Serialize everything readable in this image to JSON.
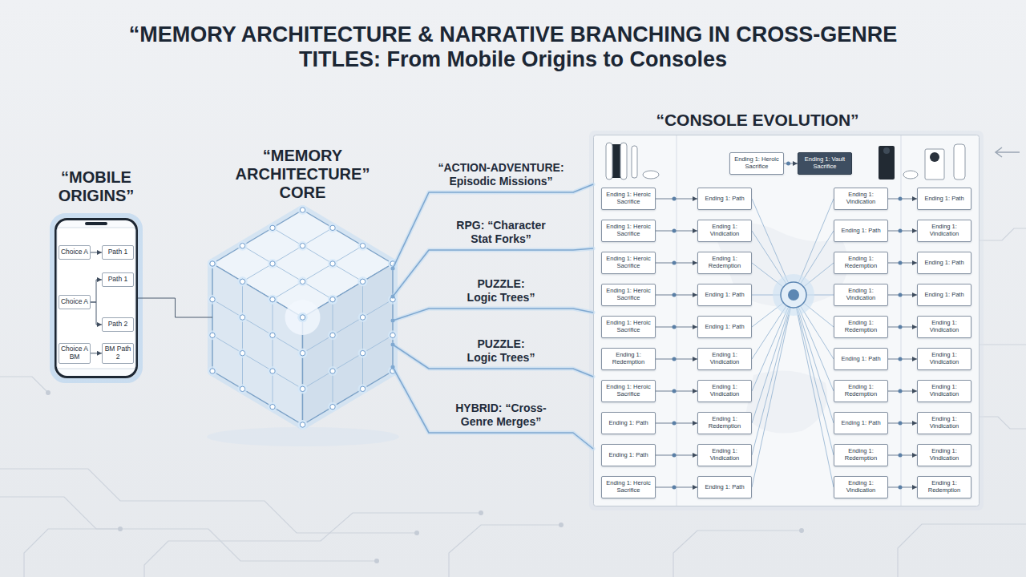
{
  "diagram": {
    "title": "“MEMORY ARCHITECTURE & NARRATIVE BRANCHING IN CROSS-GENRE TITLES: From Mobile Origins to Consoles",
    "nodes": [
      {
        "text": [
          "“MOBILE ORIGINS”"
        ]
      },
      {
        "text": [
          "Choice A"
        ],
        "in": 0
      },
      {
        "text": [
          "Path 1"
        ],
        "in": 0
      },
      {
        "text": [
          "Path 1"
        ],
        "in": 0
      },
      {
        "text": [
          "Choice A"
        ],
        "in": 0
      },
      {
        "text": [
          "Path 2"
        ],
        "in": 0
      },
      {
        "text": [
          "Choice A BM"
        ],
        "in": 0
      },
      {
        "text": [
          "BM Path 2"
        ],
        "in": 0
      },
      {
        "text": [
          "“MEMORY ARCHITECTURE” CORE"
        ]
      },
      {
        "text": [
          "“CONSOLE EVOLUTION”"
        ]
      },
      {
        "text": [
          "Ending 1: Heroic Sacrifice"
        ],
        "in": 9
      },
      {
        "text": [
          "Ending 1: Vault Sacrifice"
        ],
        "in": 9
      },
      {
        "text": [
          "Ending 1: Heroic Sacrifice"
        ],
        "in": 9
      },
      {
        "text": [
          "Ending 1: Path"
        ],
        "in": 9
      },
      {
        "text": [
          "Ending 1: Vindication"
        ],
        "in": 9
      },
      {
        "text": [
          "Ending 1: Path"
        ],
        "in": 9
      },
      {
        "text": [
          "Ending 1: Heroic Sacrifice"
        ],
        "in": 9
      },
      {
        "text": [
          "Ending 1: Vindication"
        ],
        "in": 9
      },
      {
        "text": [
          "Ending 1: Path"
        ],
        "in": 9
      },
      {
        "text": [
          "Ending 1: Vindication"
        ],
        "in": 9
      },
      {
        "text": [
          "Ending 1: Heroic Sacrifice"
        ],
        "in": 9
      },
      {
        "text": [
          "Ending 1: Redemption"
        ],
        "in": 9
      },
      {
        "text": [
          "Ending 1: Redemption"
        ],
        "in": 9
      },
      {
        "text": [
          "Ending 1: Path"
        ],
        "in": 9
      },
      {
        "text": [
          "Ending 1: Heroic Sacrifice"
        ],
        "in": 9
      },
      {
        "text": [
          "Ending 1: Path"
        ],
        "in": 9
      },
      {
        "text": [
          "Ending 1: Vindication"
        ],
        "in": 9
      },
      {
        "text": [
          "Ending 1: Path"
        ],
        "in": 9
      },
      {
        "text": [
          "Ending 1: Heroic Sacrifice"
        ],
        "in": 9
      },
      {
        "text": [
          "Ending 1: Path"
        ],
        "in": 9
      },
      {
        "text": [
          "Ending 1: Redemption"
        ],
        "in": 9
      },
      {
        "text": [
          "Ending 1: Vindication"
        ],
        "in": 9
      },
      {
        "text": [
          "Ending 1: Redemption"
        ],
        "in": 9
      },
      {
        "text": [
          "Ending 1: Vindication"
        ],
        "in": 9
      },
      {
        "text": [
          "Ending 1: Path"
        ],
        "in": 9
      },
      {
        "text": [
          "Ending 1: Vindication"
        ],
        "in": 9
      },
      {
        "text": [
          "Ending 1: Heroic Sacrifice"
        ],
        "in": 9
      },
      {
        "text": [
          "Ending 1: Vindication"
        ],
        "in": 9
      },
      {
        "text": [
          "Ending 1: Redemption"
        ],
        "in": 9
      },
      {
        "text": [
          "Ending 1: Vindication"
        ],
        "in": 9
      },
      {
        "text": [
          "Ending 1: Path"
        ],
        "in": 9
      },
      {
        "text": [
          "Ending 1: Redemption"
        ],
        "in": 9
      },
      {
        "text": [
          "Ending 1: Path"
        ],
        "in": 9
      },
      {
        "text": [
          "Ending 1: Vindication"
        ],
        "in": 9
      },
      {
        "text": [
          "Ending 1: Path"
        ],
        "in": 9
      },
      {
        "text": [
          "Ending 1: Vindication"
        ],
        "in": 9
      },
      {
        "text": [
          "Ending 1: Redemption"
        ],
        "in": 9
      },
      {
        "text": [
          "Ending 1: Vindication"
        ],
        "in": 9
      },
      {
        "text": [
          "Ending 1: Heroic Sacrifice"
        ],
        "in": 9
      },
      {
        "text": [
          "Ending 1: Path"
        ],
        "in": 9
      },
      {
        "text": [
          "Ending 1: Vindication"
        ],
        "in": 9
      },
      {
        "text": [
          "Ending 1: Redemption"
        ],
        "in": 9
      }
    ],
    "edges": [
      {
        "from": 1,
        "to": 2,
        "arrow": "to"
      },
      {
        "from": 4,
        "to": 3,
        "arrow": "to"
      },
      {
        "from": 4,
        "to": 5,
        "arrow": "to"
      },
      {
        "from": 6,
        "to": 7,
        "arrow": "to"
      },
      {
        "from": 0,
        "to": 8,
        "arrow": "none"
      },
      {
        "from": 8,
        "to": 9,
        "label": "“ACTION-ADVENTURE: Episodic Missions”",
        "arrow": "none"
      },
      {
        "from": 8,
        "to": 9,
        "label": "RPG: “Character Stat Forks”",
        "arrow": "none"
      },
      {
        "from": 8,
        "to": 9,
        "label": "PUZZLE: Logic Trees”",
        "arrow": "none"
      },
      {
        "from": 8,
        "to": 9,
        "label": "PUZZLE: Logic Trees”",
        "arrow": "none"
      },
      {
        "from": 8,
        "to": 9,
        "label": "HYBRID: “Cross-Genre Merges”",
        "arrow": "none"
      },
      {
        "from": 10,
        "to": 11,
        "arrow": "to"
      },
      {
        "from": 12,
        "to": 13,
        "arrow": "to"
      },
      {
        "from": 14,
        "to": 15,
        "arrow": "to"
      },
      {
        "from": 16,
        "to": 17,
        "arrow": "to"
      },
      {
        "from": 18,
        "to": 19,
        "arrow": "to"
      },
      {
        "from": 20,
        "to": 21,
        "arrow": "to"
      },
      {
        "from": 22,
        "to": 23,
        "arrow": "to"
      },
      {
        "from": 24,
        "to": 25,
        "arrow": "to"
      },
      {
        "from": 26,
        "to": 27,
        "arrow": "to"
      },
      {
        "from": 28,
        "to": 29,
        "arrow": "to"
      },
      {
        "from": 30,
        "to": 31,
        "arrow": "to"
      },
      {
        "from": 32,
        "to": 33,
        "arrow": "to"
      },
      {
        "from": 34,
        "to": 35,
        "arrow": "to"
      },
      {
        "from": 36,
        "to": 37,
        "arrow": "to"
      },
      {
        "from": 38,
        "to": 39,
        "arrow": "to"
      },
      {
        "from": 40,
        "to": 41,
        "arrow": "to"
      },
      {
        "from": 42,
        "to": 43,
        "arrow": "to"
      },
      {
        "from": 44,
        "to": 45,
        "arrow": "to"
      },
      {
        "from": 46,
        "to": 47,
        "arrow": "to"
      },
      {
        "from": 48,
        "to": 49,
        "arrow": "to"
      },
      {
        "from": 50,
        "to": 51,
        "arrow": "to"
      }
    ]
  }
}
